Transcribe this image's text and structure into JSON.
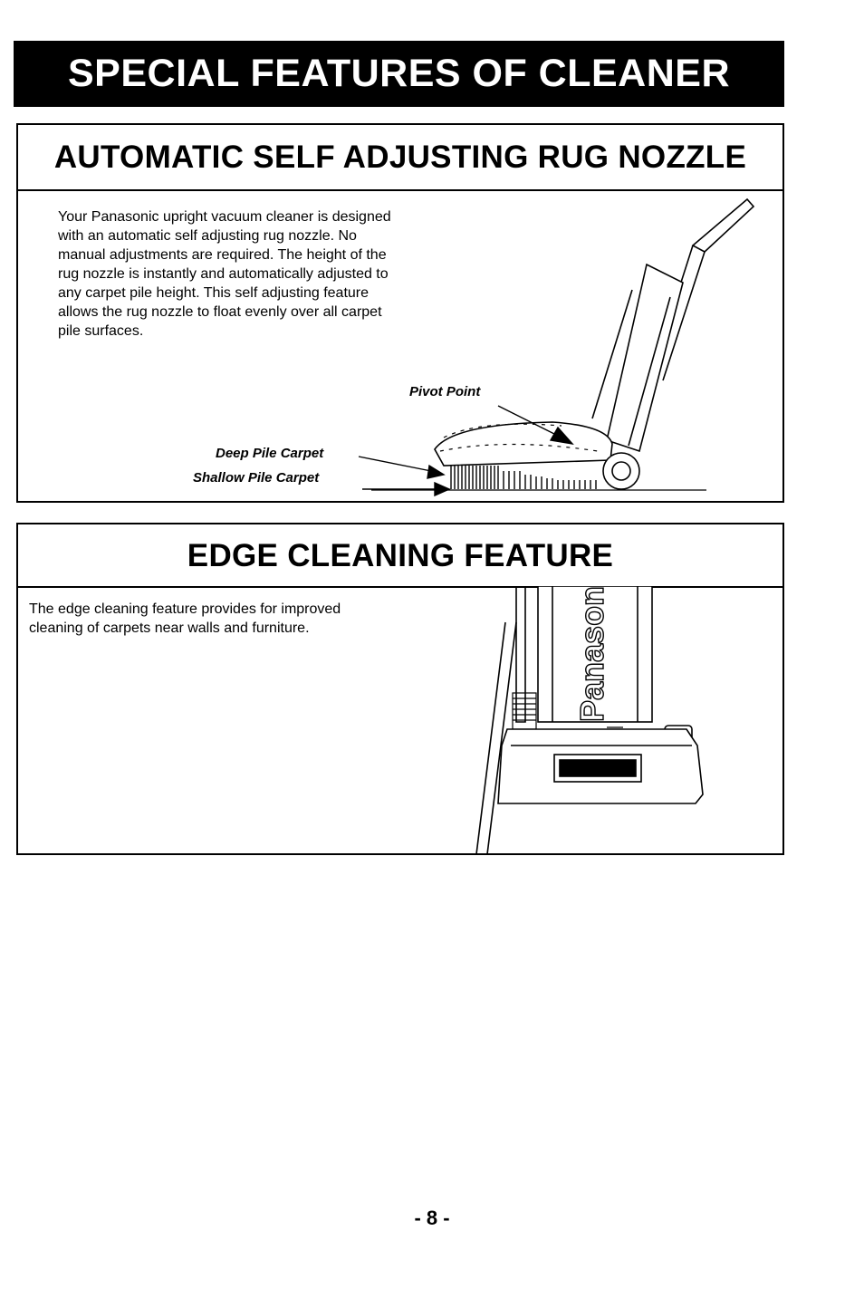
{
  "page": {
    "title": "SPECIAL FEATURES OF CLEANER",
    "page_number": "- 8 -"
  },
  "section_rug": {
    "heading": "AUTOMATIC SELF ADJUSTING RUG NOZZLE",
    "body": "Your Panasonic upright vacuum cleaner is designed with an automatic self adjusting rug nozzle. No manual adjustments are required. The height of the rug nozzle is instantly and automatically adjusted to any carpet pile height. This self adjusting feature allows the rug nozzle to float evenly over all carpet pile surfaces.",
    "labels": {
      "pivot": "Pivot Point",
      "deep": "Deep Pile Carpet",
      "shallow": "Shallow Pile Carpet"
    }
  },
  "section_edge": {
    "heading": "EDGE CLEANING FEATURE",
    "body": "The edge cleaning feature provides for improved cleaning of carpets near walls and furniture.",
    "brand": "Panasonic"
  }
}
